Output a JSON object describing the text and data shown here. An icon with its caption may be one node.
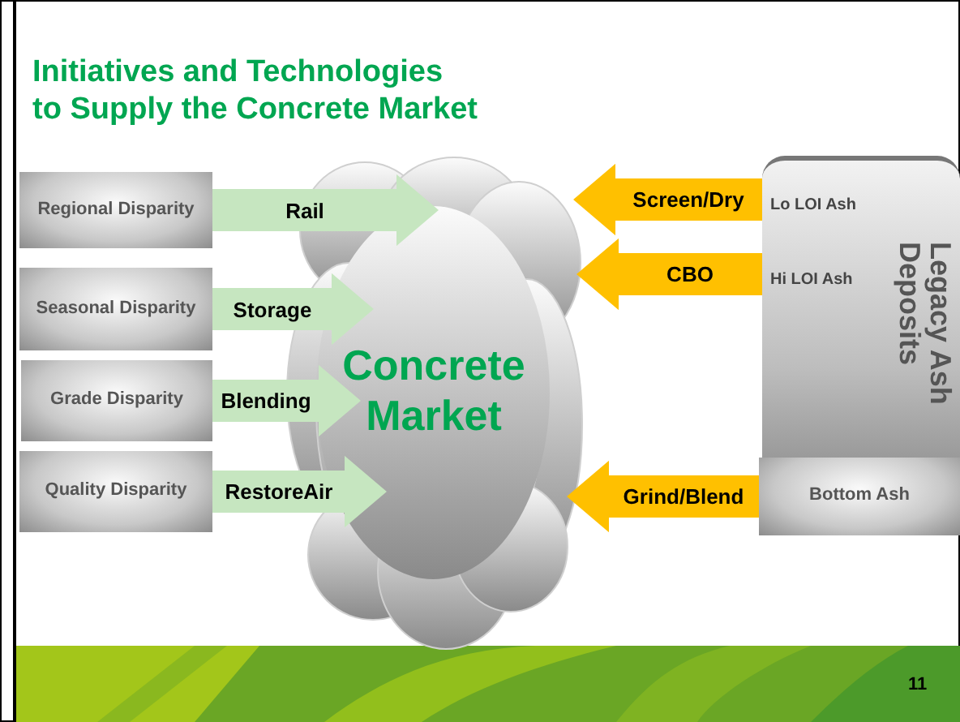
{
  "diagram": {
    "title": "Initiatives and Technologies to Supply the Concrete Market",
    "nodes": [
      {
        "text": [
          "Regional Disparity"
        ]
      },
      {
        "text": [
          "Seasonal Disparity"
        ]
      },
      {
        "text": [
          "Grade Disparity"
        ]
      },
      {
        "text": [
          "Quality Disparity"
        ]
      },
      {
        "text": [
          "Concrete Market"
        ]
      },
      {
        "text": [
          "Legacy Ash Deposits"
        ]
      },
      {
        "text": [
          "Lo LOI Ash"
        ],
        "in": 5
      },
      {
        "text": [
          "Hi LOI Ash"
        ],
        "in": 5
      },
      {
        "text": [
          "Bottom Ash"
        ]
      }
    ],
    "edges": [
      {
        "from": 0,
        "to": 4,
        "arrow": "to",
        "label": "Rail"
      },
      {
        "from": 1,
        "to": 4,
        "arrow": "to",
        "label": "Storage"
      },
      {
        "from": 2,
        "to": 4,
        "arrow": "to",
        "label": "Blending"
      },
      {
        "from": 3,
        "to": 4,
        "arrow": "to",
        "label": "RestoreAir"
      },
      {
        "from": 6,
        "to": 4,
        "arrow": "to",
        "label": "Screen/Dry",
        "color": "#ffc000"
      },
      {
        "from": 7,
        "to": 4,
        "arrow": "to",
        "label": "CBO",
        "color": "#ffc000"
      },
      {
        "from": 8,
        "to": 4,
        "arrow": "to",
        "label": "Grind/Blend",
        "color": "#ffc000"
      }
    ],
    "labels": [
      "11"
    ]
  }
}
